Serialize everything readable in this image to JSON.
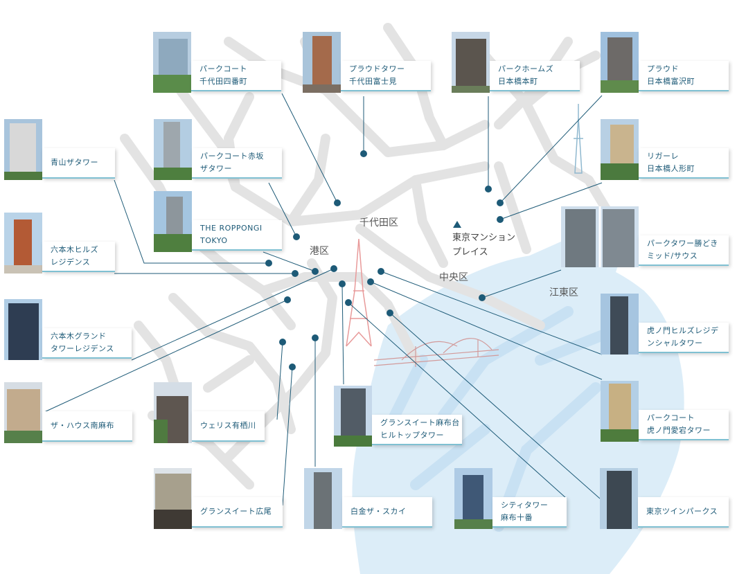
{
  "areas": {
    "chiyoda": "千代田区",
    "minato": "港区",
    "chuo": "中央区",
    "koto": "江東区"
  },
  "landmark": {
    "line1": "東京マンション",
    "line2": "プレイス"
  },
  "colors": {
    "accent": "#1d5a77",
    "label_border": "#7fc0d2",
    "road": "#e3e3e3",
    "water": "#dcedf8",
    "tower": "#e89a9a"
  },
  "properties": [
    {
      "id": "parkcourt-chiyoda-yonbancho",
      "line1": "パークコート",
      "line2": "千代田四番町"
    },
    {
      "id": "proud-tower-chiyoda-fujimi",
      "line1": "プラウドタワー",
      "line2": "千代田富士見"
    },
    {
      "id": "parkhomes-nihonbashi-honcho",
      "line1": "パークホームズ",
      "line2": "日本橋本町"
    },
    {
      "id": "proud-nihonbashi-tomizawacho",
      "line1": "プラウド",
      "line2": "日本橋富沢町"
    },
    {
      "id": "aoyama-the-tower",
      "line1": "青山ザタワー",
      "line2": ""
    },
    {
      "id": "parkcourt-akasaka-the-tower",
      "line1": "パークコート赤坂",
      "line2": "ザタワー"
    },
    {
      "id": "regale-nihonbashi-ningyocho",
      "line1": "リガーレ",
      "line2": "日本橋人形町"
    },
    {
      "id": "the-roppongi-tokyo",
      "line1": "THE ROPPONGI",
      "line2": "TOKYO"
    },
    {
      "id": "roppongi-hills-residence",
      "line1": "六本木ヒルズ",
      "line2": "レジデンス"
    },
    {
      "id": "park-tower-kachidoki",
      "line1": "パークタワー勝どき",
      "line2": "ミッド/サウス"
    },
    {
      "id": "toranomon-hills-residential",
      "line1": "虎ノ門ヒルズレジデ",
      "line2": "ンシャルタワー"
    },
    {
      "id": "roppongi-grand-tower-residence",
      "line1": "六本木グランド",
      "line2": "タワーレジデンス"
    },
    {
      "id": "parkcourt-toranomon-atago",
      "line1": "パークコート",
      "line2": "虎ノ門愛宕タワー"
    },
    {
      "id": "the-house-minamiazabu",
      "line1": "ザ・ハウス南麻布",
      "line2": ""
    },
    {
      "id": "wellith-arisugawa",
      "line1": "ウェリス有栖川",
      "line2": ""
    },
    {
      "id": "gransuite-azabudai-hilltop",
      "line1": "グランスイート麻布台",
      "line2": "ヒルトップタワー"
    },
    {
      "id": "gransuite-hiroo",
      "line1": "グランスイート広尾",
      "line2": ""
    },
    {
      "id": "shirokane-the-sky",
      "line1": "白金ザ・スカイ",
      "line2": ""
    },
    {
      "id": "city-tower-azabujuban",
      "line1": "シティタワー",
      "line2": "麻布十番"
    },
    {
      "id": "tokyo-twin-parks",
      "line1": "東京ツインパークス",
      "line2": ""
    }
  ]
}
